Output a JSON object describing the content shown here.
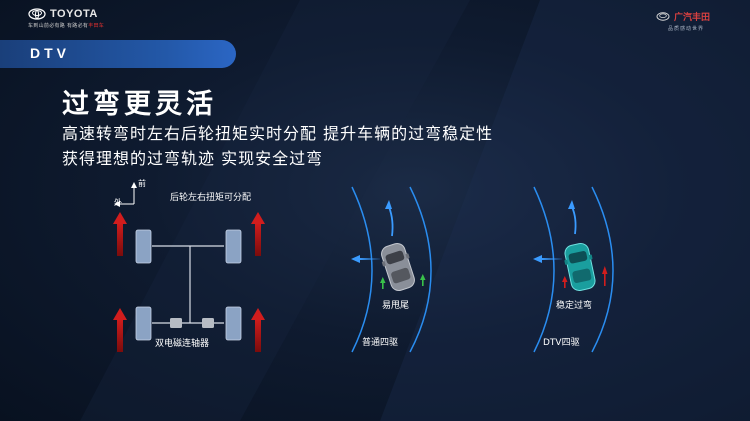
{
  "header": {
    "left_brand_name": "TOYOTA",
    "left_slogan_a": "车到山前必有路",
    "left_slogan_b": "有路必有",
    "left_slogan_c": "丰田车",
    "right_brand_name": "广汽丰田",
    "right_slogan": "品质感动世界"
  },
  "banner": {
    "label": "DTV"
  },
  "main": {
    "title": "过弯更灵活",
    "subtitle_line1": "高速转弯时左右后轮扭矩实时分配  提升车辆的过弯稳定性",
    "subtitle_line2": "获得理想的过弯轨迹  实现安全过弯"
  },
  "diagram": {
    "axis_front": "前",
    "axis_outer": "外",
    "torque_label": "后轮左右扭矩可分配",
    "coupling_label": "双电磁连轴器"
  },
  "corner_left": {
    "car_label": "易甩尾",
    "track_label": "普通四驱"
  },
  "corner_right": {
    "car_label": "稳定过弯",
    "track_label": "DTV四驱"
  },
  "colors": {
    "background": "#0f1b30",
    "banner_blue": "#2358a8",
    "arrow_red": "#c01818",
    "arrow_green": "#39c24a",
    "arrow_blue": "#2a8df0",
    "car_gray": "#8a8f99",
    "car_teal": "#1fb0b0"
  }
}
